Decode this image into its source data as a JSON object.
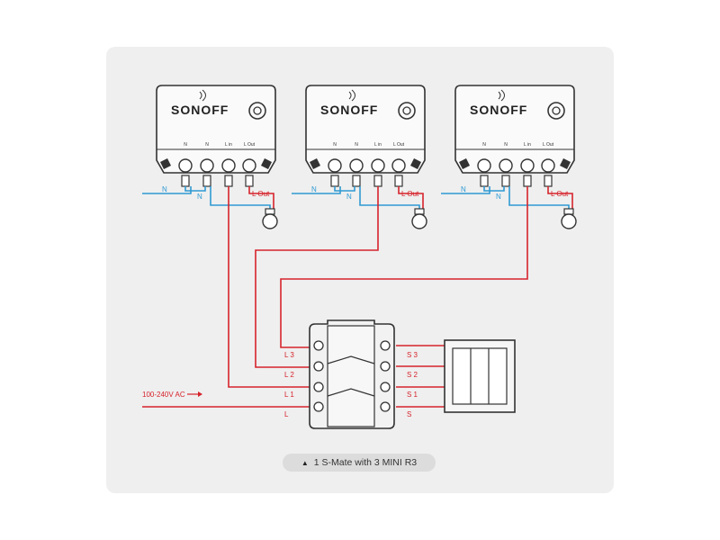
{
  "brand": "SONOFF",
  "modules": [
    {
      "terminals": [
        "N",
        "N",
        "L in",
        "L Out"
      ],
      "wire_n": "N",
      "wire_n2": "N",
      "lout": "L Out"
    },
    {
      "terminals": [
        "N",
        "N",
        "L in",
        "L Out"
      ],
      "wire_n": "N",
      "wire_n2": "N",
      "lout": "L Out"
    },
    {
      "terminals": [
        "N",
        "N",
        "L in",
        "L Out"
      ],
      "wire_n": "N",
      "wire_n2": "N",
      "lout": "L Out"
    }
  ],
  "smate": {
    "left_labels": [
      "L 3",
      "L 2",
      "L 1",
      "L"
    ],
    "right_labels": [
      "S 3",
      "S 2",
      "S 1",
      "S"
    ]
  },
  "supply_label": "100-240V AC",
  "caption": {
    "icon": "triangle-up-icon",
    "text": "1 S-Mate with 3 MINI R3"
  },
  "colors": {
    "live": "#d6232b",
    "neutral": "#2f9ad3",
    "outline": "#333333",
    "panel": "#efefef"
  }
}
